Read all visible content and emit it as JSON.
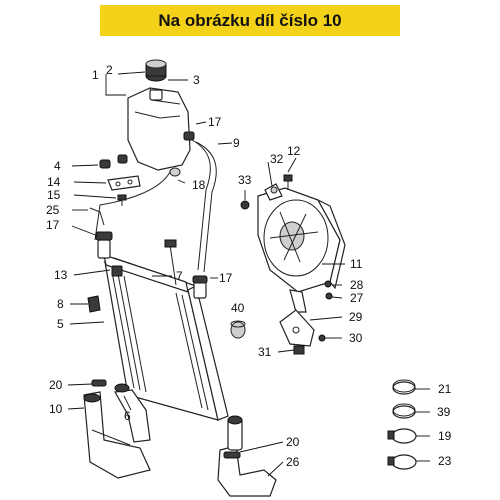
{
  "header": {
    "title": "Na obrázku díl číslo 10"
  },
  "callouts": {
    "c1": "1",
    "c2": "2",
    "c3": "3",
    "c4": "4",
    "c5": "5",
    "c6": "6",
    "c7": "7",
    "c8": "8",
    "c9": "9",
    "c10": "10",
    "c11": "11",
    "c12": "12",
    "c13": "13",
    "c14": "14",
    "c15": "15",
    "c17a": "17",
    "c17b": "17",
    "c17c": "17",
    "c18": "18",
    "c19": "19",
    "c20a": "20",
    "c20b": "20",
    "c21": "21",
    "c23": "23",
    "c25": "25",
    "c26": "26",
    "c27": "27",
    "c28": "28",
    "c29": "29",
    "c30": "30",
    "c31": "31",
    "c32": "32",
    "c33": "33",
    "c39": "39",
    "c40": "40"
  },
  "colors": {
    "banner": "#f4d219",
    "line": "#222222"
  }
}
